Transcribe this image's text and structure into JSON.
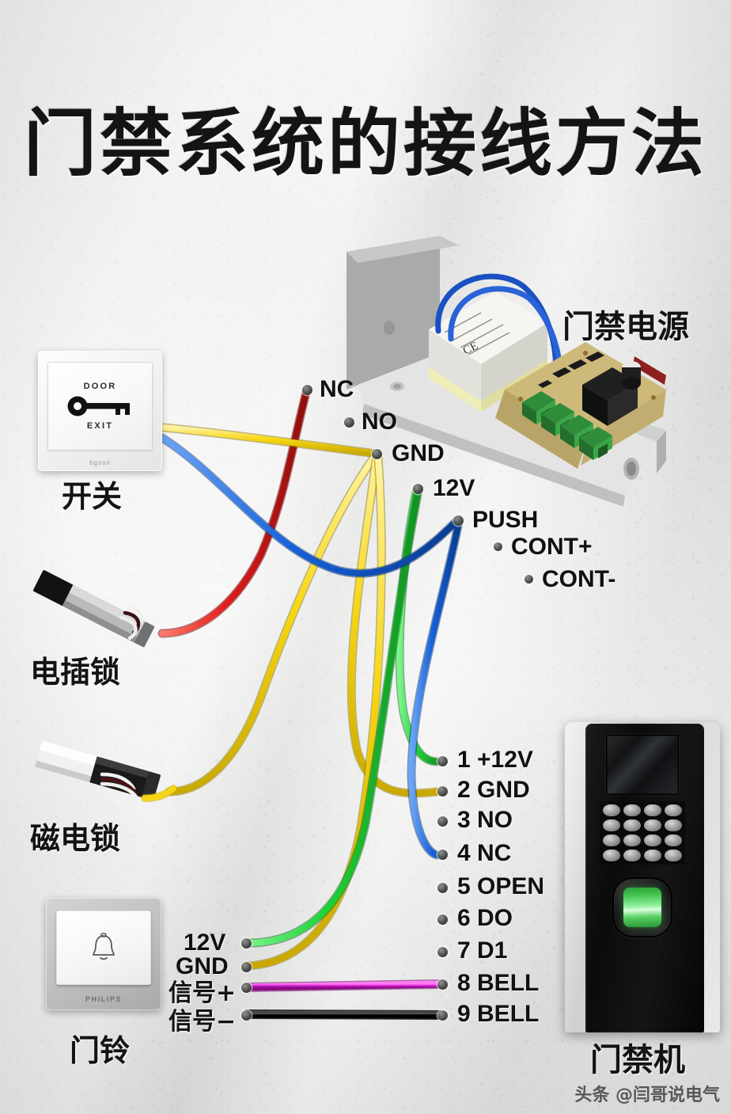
{
  "title": "门禁系统的接线方法",
  "watermark": "头条 @闫哥说电气",
  "devices": {
    "exit_switch": {
      "label": "开关",
      "face_top_text": "DOOR",
      "face_bottom_text": "EXIT",
      "icon": "key-icon",
      "brand": "bgosn"
    },
    "bolt_lock": {
      "label": "电插锁"
    },
    "magnetic_lock": {
      "label": "磁电锁"
    },
    "doorbell": {
      "label": "门铃",
      "brand": "PHILIPS",
      "icon": "bell-icon"
    },
    "power_supply": {
      "label": "门禁电源",
      "board_mark": "CE"
    },
    "access_terminal": {
      "label": "门禁机"
    }
  },
  "power_terminals": [
    {
      "name": "NC",
      "wire": "red"
    },
    {
      "name": "NO",
      "wire": "none"
    },
    {
      "name": "GND",
      "wire": "yellow"
    },
    {
      "name": "12V",
      "wire": "green"
    },
    {
      "name": "PUSH",
      "wire": "blue"
    },
    {
      "name": "CONT+",
      "wire": "none"
    },
    {
      "name": "CONT-",
      "wire": "none"
    }
  ],
  "controller_terminals": [
    {
      "num": "1",
      "name": "+12V",
      "label": "1 +12V",
      "wire": "green"
    },
    {
      "num": "2",
      "name": "GND",
      "label": "2 GND",
      "wire": "yellow"
    },
    {
      "num": "3",
      "name": "NO",
      "label": "3 NO",
      "wire": "none"
    },
    {
      "num": "4",
      "name": "NC",
      "label": "4 NC",
      "wire": "blue"
    },
    {
      "num": "5",
      "name": "OPEN",
      "label": "5 OPEN",
      "wire": "none"
    },
    {
      "num": "6",
      "name": "DO",
      "label": "6 DO",
      "wire": "none"
    },
    {
      "num": "7",
      "name": "D1",
      "label": "7 D1",
      "wire": "none"
    },
    {
      "num": "8",
      "name": "BELL",
      "label": "8 BELL",
      "wire": "magenta"
    },
    {
      "num": "9",
      "name": "BELL",
      "label": "9 BELL",
      "wire": "black"
    }
  ],
  "doorbell_terminals": [
    {
      "label": "12V",
      "wire": "green"
    },
    {
      "label": "GND",
      "wire": "yellow"
    },
    {
      "label": "信号+",
      "wire": "magenta"
    },
    {
      "label": "信号−",
      "wire": "black"
    }
  ],
  "wire_colors": {
    "red": "#e01b1b",
    "yellow": "#f5d616",
    "green": "#22d93a",
    "blue": "#1560d8",
    "magenta": "#e020d8",
    "black": "#101010",
    "white": "#f3f3f3"
  }
}
